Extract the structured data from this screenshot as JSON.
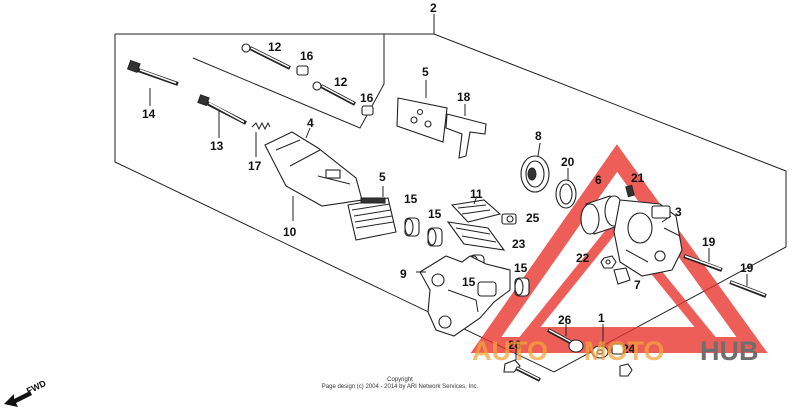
{
  "diagram": {
    "callouts": {
      "c1": "1",
      "c2": "2",
      "c3": "3",
      "c4": "4",
      "c5a": "5",
      "c5b": "5",
      "c6": "6",
      "c7": "7",
      "c8": "8",
      "c9": "9",
      "c10": "10",
      "c11": "11",
      "c12a": "12",
      "c12b": "12",
      "c13": "13",
      "c14": "14",
      "c15a": "15",
      "c15b": "15",
      "c15c": "15",
      "c15d": "15",
      "c16a": "16",
      "c16b": "16",
      "c17": "17",
      "c18": "18",
      "c19a": "19",
      "c19b": "19",
      "c20": "20",
      "c21": "21",
      "c22": "22",
      "c23": "23",
      "c24": "24",
      "c25": "25",
      "c26a": "26",
      "c26b": "26"
    },
    "fwd_label": "FWD",
    "copyright_line1": "Copyright",
    "copyright_line2": "Page design (c) 2004 - 2014 by ARI Network Services, Inc."
  },
  "watermark": {
    "brand_part1": "AUTO",
    "brand_part2": "MOTO",
    "brand_part3": "HUB",
    "colors": {
      "red": "#e8322b",
      "orange": "#f4a43a",
      "gray": "#6e6e6e"
    }
  }
}
